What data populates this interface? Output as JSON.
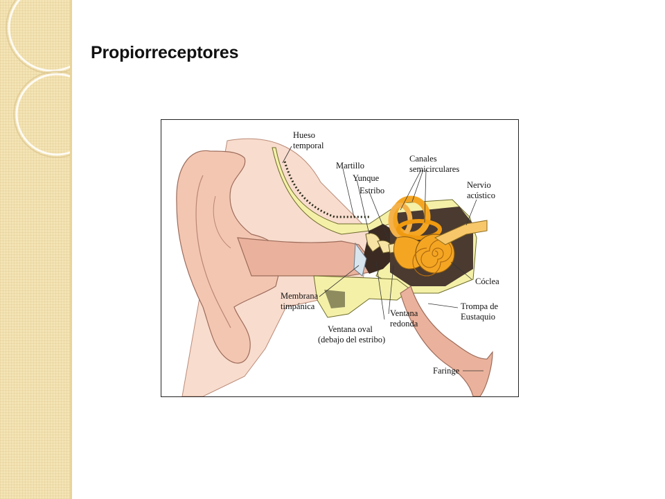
{
  "slide": {
    "title": "Propiorreceptores"
  },
  "diagram": {
    "labels": {
      "hueso_temporal": [
        "Hueso",
        "temporal"
      ],
      "martillo": "Martillo",
      "yunque": "Yunque",
      "estribo": "Estribo",
      "canales": [
        "Canales",
        "semicirculares"
      ],
      "nervio": [
        "Nervio",
        "acústico"
      ],
      "coclea": "Cóclea",
      "membrana": [
        "Membrana",
        "timpánica"
      ],
      "ventana_redonda": [
        "Ventana",
        "redonda"
      ],
      "trompa": [
        "Trompa de",
        "Eustaquio"
      ],
      "ventana_oval": [
        "Ventana oval",
        "(debajo del estribo)"
      ],
      "faringe": "Faringe"
    }
  },
  "colors": {
    "skin": "#f6d2c0",
    "skin_dark": "#eab59f",
    "bone": "#f6f3b0",
    "inner_ear": "#f4a623",
    "cavity": "#3a2a22",
    "side_strip": "#f4e4b5"
  }
}
